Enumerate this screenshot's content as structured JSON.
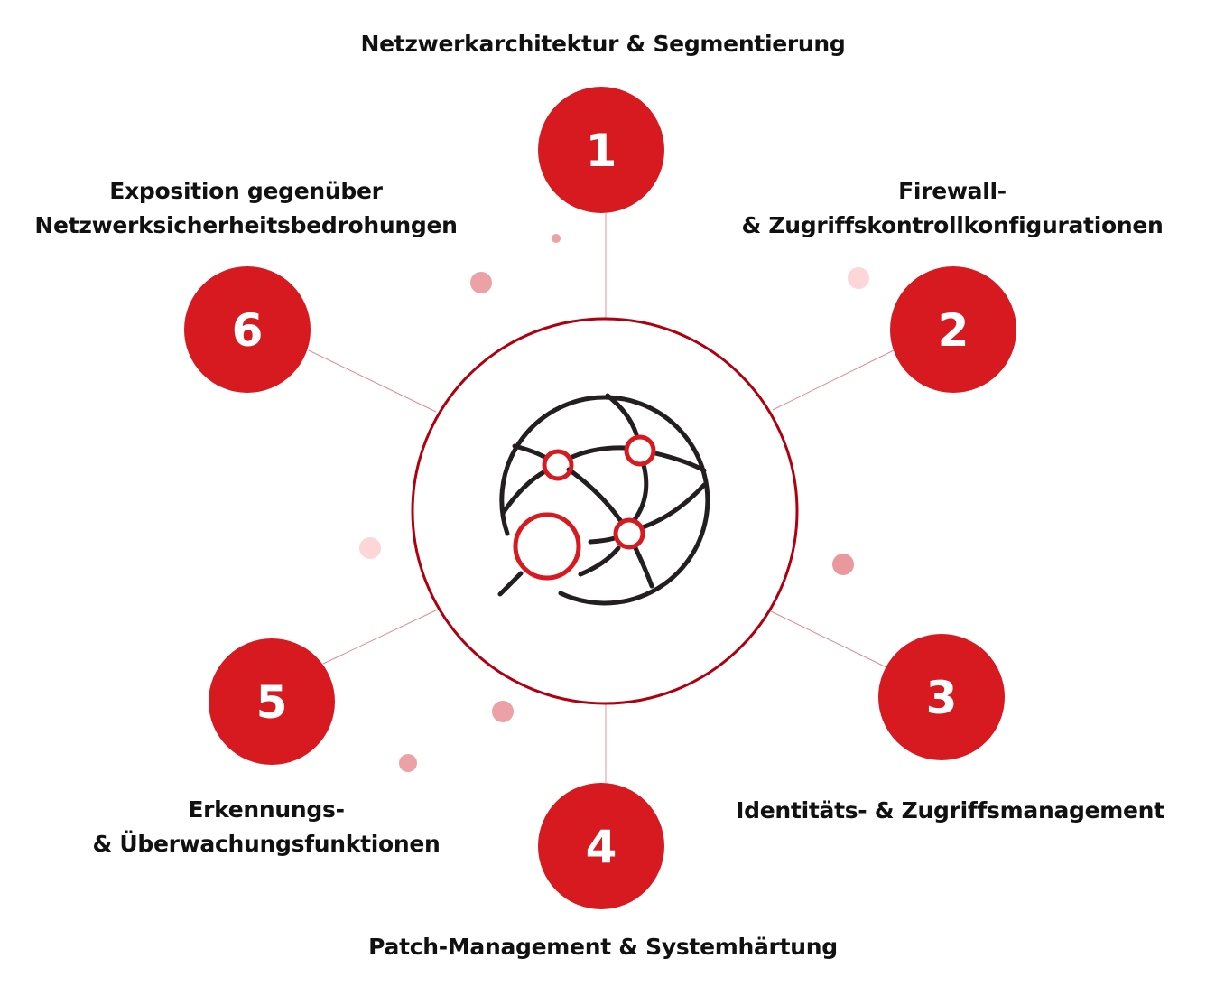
{
  "colors": {
    "node_fill": "#d71920",
    "hub_stroke": "#b0000f",
    "connector": "#e08a8f",
    "connector_vertical": "#ebb9bc",
    "text": "#111111",
    "icon_dark": "#231f20",
    "icon_accent": "#d71920",
    "dot_medium": "#eba1a6",
    "dot_light": "#fcd6d9"
  },
  "center": {
    "icon": "globe-network-search-icon"
  },
  "nodes": [
    {
      "number": "1",
      "lines": [
        "Netzwerkarchitektur & Segmentierung"
      ]
    },
    {
      "number": "2",
      "lines": [
        "Firewall-",
        "& Zugriffskontrollkonfigurationen"
      ]
    },
    {
      "number": "3",
      "lines": [
        "Identitäts- & Zugriffsmanagement"
      ]
    },
    {
      "number": "4",
      "lines": [
        "Patch-Management & Systemhärtung"
      ]
    },
    {
      "number": "5",
      "lines": [
        "Erkennungs-",
        "& Überwachungsfunktionen"
      ]
    },
    {
      "number": "6",
      "lines": [
        "Exposition gegenüber",
        "Netzwerksicherheitsbedrohungen"
      ]
    }
  ]
}
